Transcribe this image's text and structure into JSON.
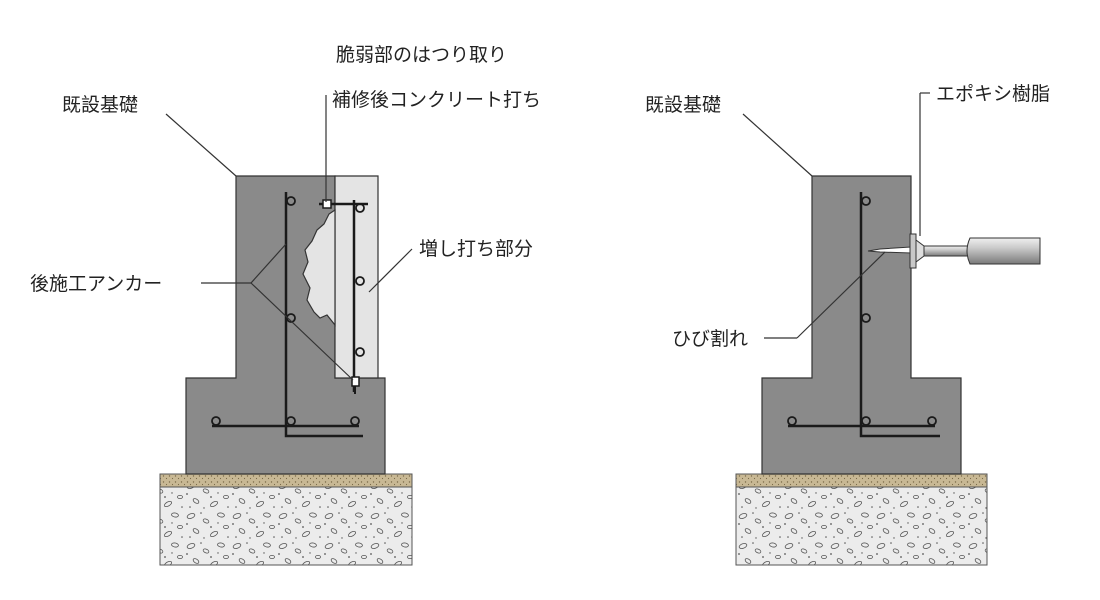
{
  "left_diagram": {
    "existing_foundation_label": "既設基礎",
    "chipping_label": "脆弱部のはつり取り",
    "repair_concrete_label": "補修後コンクリート打ち",
    "anchor_label": "後施工アンカー",
    "addition_label": "増し打ち部分"
  },
  "right_diagram": {
    "existing_foundation_label": "既設基礎",
    "epoxy_label": "エポキシ樹脂",
    "crack_label": "ひび割れ"
  },
  "colors": {
    "concrete": "#8a8a8a",
    "added_concrete": "#e4e4e4",
    "gravel_bg": "#ececec",
    "sand_layer": "#c8b894",
    "rebar": "#1a1a1a",
    "leader_line": "#333333"
  }
}
